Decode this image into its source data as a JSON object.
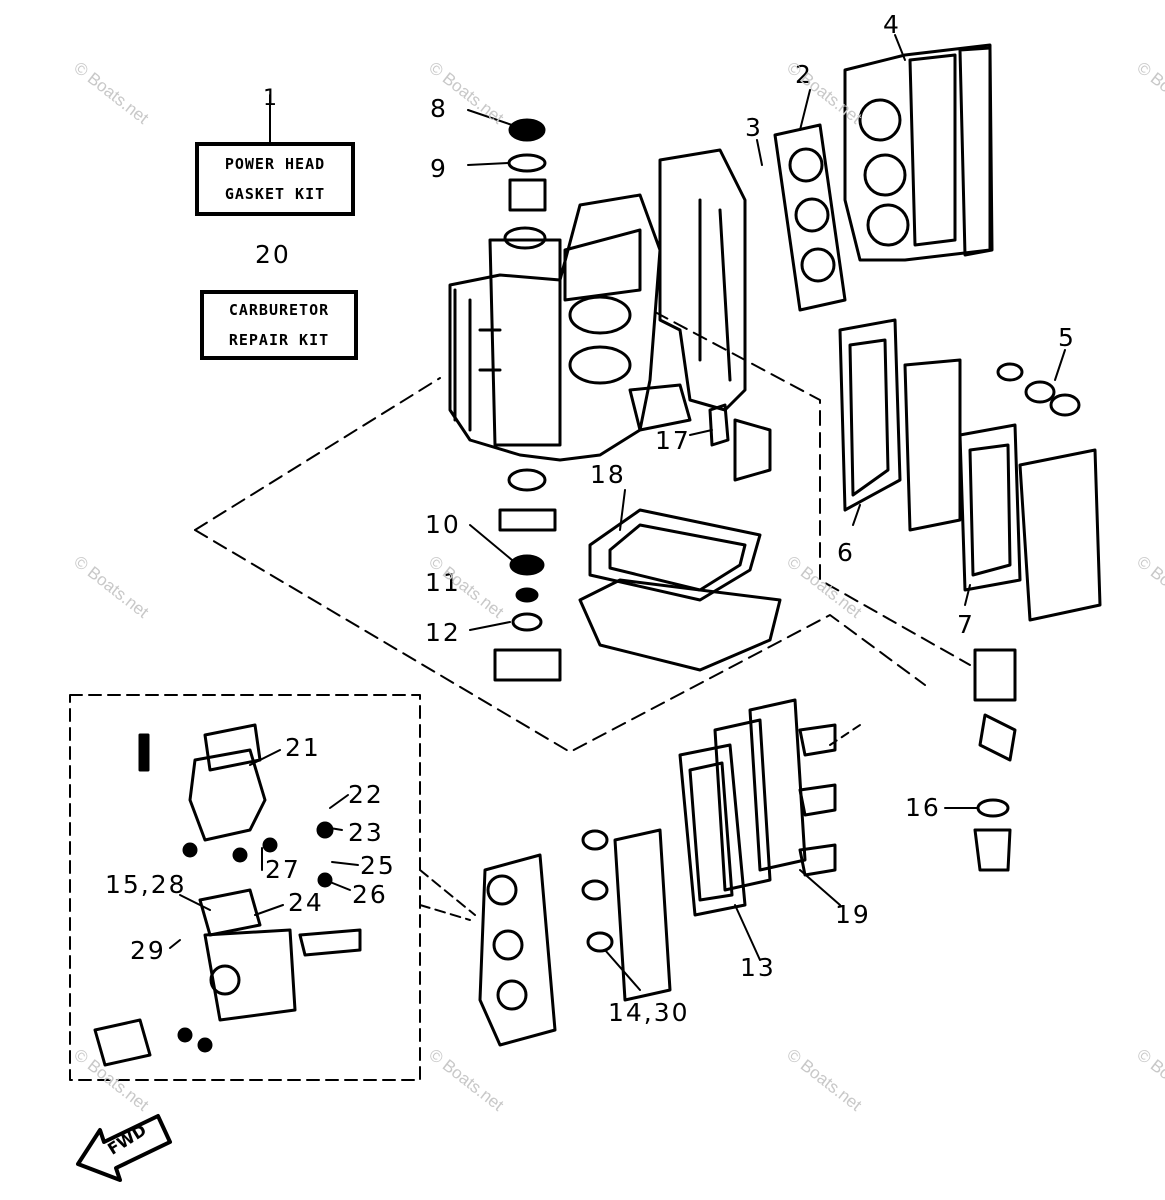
{
  "kits": {
    "power_head_number": "1",
    "power_head_line1": "POWER HEAD",
    "power_head_line2": "GASKET KIT",
    "carburetor_number": "20",
    "carburetor_line1": "CARBURETOR",
    "carburetor_line2": "REPAIR KIT"
  },
  "labels": {
    "l2": "2",
    "l3": "3",
    "l4": "4",
    "l5": "5",
    "l6": "6",
    "l7": "7",
    "l8": "8",
    "l9": "9",
    "l10": "10",
    "l11": "11",
    "l12": "12",
    "l13": "13",
    "l14_30": "14,30",
    "l15_28": "15,28",
    "l16": "16",
    "l17": "17",
    "l18": "18",
    "l19": "19",
    "l21": "21",
    "l22": "22",
    "l23": "23",
    "l24": "24",
    "l25": "25",
    "l26": "26",
    "l27": "27",
    "l29": "29"
  },
  "direction": "FWD",
  "watermark": "© Boats.net",
  "colors": {
    "ink": "#000000",
    "watermark": "#c8c8c8",
    "paper": "#ffffff"
  }
}
